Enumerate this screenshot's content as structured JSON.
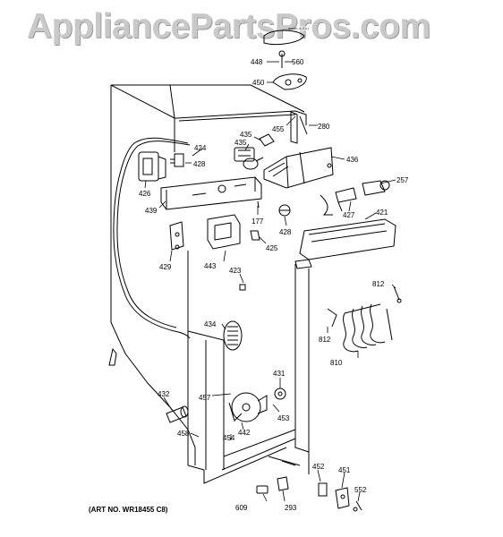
{
  "watermark": "AppliancePartsPros.com",
  "art_number": "(ART NO. WR18455 C8)",
  "callouts": [
    "556",
    "448",
    "560",
    "450",
    "280",
    "455",
    "435",
    "424",
    "435",
    "436",
    "428",
    "257",
    "426",
    "439",
    "177",
    "427",
    "421",
    "428",
    "425",
    "429",
    "443",
    "423",
    "812",
    "434",
    "812",
    "810",
    "431",
    "432",
    "457",
    "453",
    "442",
    "458",
    "454",
    "452",
    "451",
    "552",
    "609",
    "293"
  ]
}
